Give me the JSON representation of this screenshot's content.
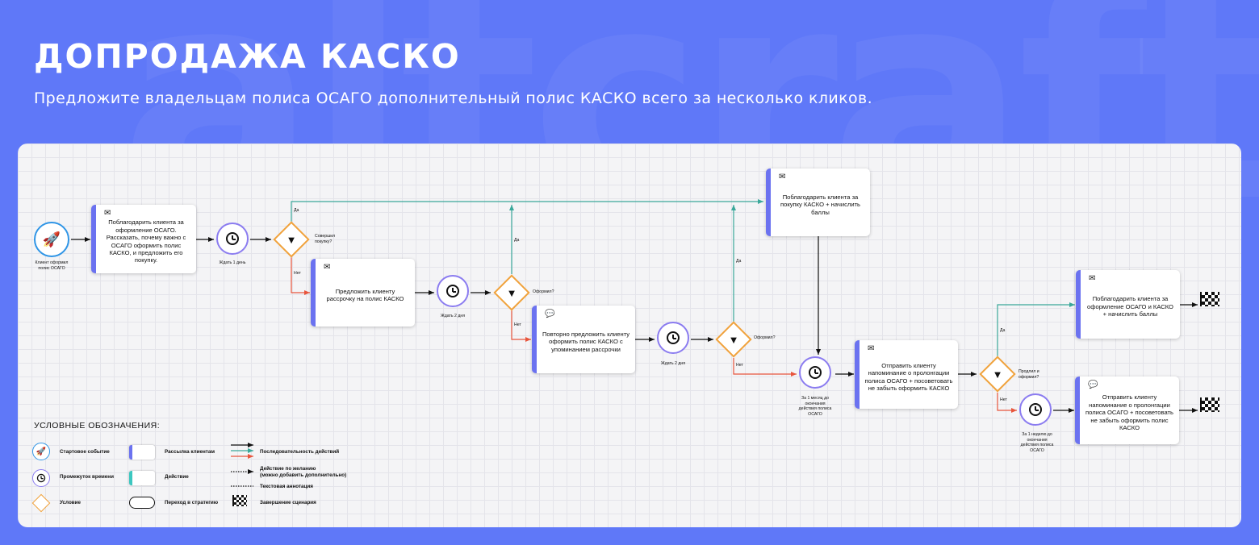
{
  "header": {
    "background_word": "altcraft",
    "title": "ДОПРОДАЖА КАСКО",
    "subtitle": "Предложите владельцам полиса ОСАГО дополнительный полис КАСКО всего за несколько кликов."
  },
  "colors": {
    "background": "#5f78f8",
    "card_stripe": "#6b72f0",
    "action_stripe": "#3cc7c0",
    "timer_border": "#8b7cf0",
    "condition_border": "#f0a23c",
    "start_border": "#2f95e6",
    "arrow_default": "#111111",
    "arrow_yes": "#3aa89a",
    "arrow_no": "#e8553c"
  },
  "nodes": {
    "start": {
      "icon": "rocket-icon",
      "label": "Клиент оформил\nполис ОСАГО"
    },
    "email1": {
      "icon": "envelope-icon",
      "text": "Поблагодарить клиента за оформление ОСАГО. Рассказать, почему важно с ОСАГО оформить полис КАСКО, и предложить его покупку."
    },
    "wait1": {
      "icon": "clock-icon",
      "label": "Ждать 1 день"
    },
    "cond1": {
      "icon": "funnel-icon",
      "label": "Совершил\nпокупку?",
      "yes": "Да",
      "no": "Нет"
    },
    "email2": {
      "icon": "envelope-icon",
      "text": "Поблагодарить клиента за покупку КАСКО + начислить баллы"
    },
    "email3": {
      "icon": "envelope-icon",
      "text": "Предложить клиенту рассрочку на полис КАСКО"
    },
    "wait2": {
      "icon": "clock-icon",
      "label": "Ждать 2 дня"
    },
    "cond2": {
      "icon": "funnel-icon",
      "label": "Оформил?",
      "yes": "Да",
      "no": "Нет"
    },
    "push1": {
      "icon": "chat-icon",
      "text": "Повторно предложить клиенту оформить полис КАСКО с упоминанием рассрочки"
    },
    "wait3": {
      "icon": "clock-icon",
      "label": "Ждать 2 дня"
    },
    "cond3": {
      "icon": "funnel-icon",
      "label": "Оформил?",
      "yes": "Да",
      "no": "Нет"
    },
    "wait4": {
      "icon": "clock-icon",
      "label": "За 1 месяц до\nокончания\nдействия полиса\nОСАГО"
    },
    "email4": {
      "icon": "envelope-icon",
      "text": "Отправить клиенту напоминание о пролонгации полиса ОСАГО + посоветовать не забыть оформить КАСКО"
    },
    "cond4": {
      "icon": "funnel-icon",
      "label": "Продлил и\nоформил?",
      "yes": "Да",
      "no": "Нет"
    },
    "email5": {
      "icon": "envelope-icon",
      "text": "Поблагодарить клиента за оформление ОСАГО и КАСКО + начислить баллы"
    },
    "wait5": {
      "icon": "clock-icon",
      "label": "За 1 неделю до\nокончания\nдействия полиса\nОСАГО"
    },
    "push2": {
      "icon": "chat-icon",
      "text": "Отправить клиенту напоминание о пролонгации полиса ОСАГО + посоветовать не забыть оформить полис КАСКО"
    }
  },
  "legend": {
    "title": "УСЛОВНЫЕ ОБОЗНАЧЕНИЯ:",
    "start_event": "Стартовое событие",
    "time_interval": "Промежуток времени",
    "condition": "Условие",
    "mailing": "Рассылка клиентам",
    "action": "Действие",
    "strategy_transition": "Переход в стратегию",
    "sequence": "Последовательность действий",
    "optional_action": "Действие по желанию\n(можно добавить дополнительно)",
    "text_annotation": "Текстовая аннотация",
    "scenario_end": "Завершение сценария"
  }
}
